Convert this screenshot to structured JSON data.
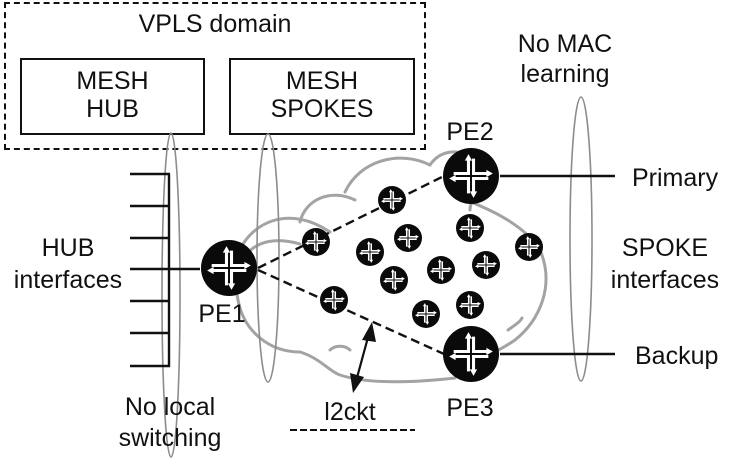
{
  "diagram": {
    "vpls_domain": {
      "title": "VPLS domain",
      "mesh_groups": [
        {
          "line1": "MESH",
          "line2": "HUB"
        },
        {
          "line1": "MESH",
          "line2": "SPOKES"
        }
      ]
    },
    "routers": {
      "pe1": "PE1",
      "pe2": "PE2",
      "pe3": "PE3",
      "core_router_count": 13
    },
    "hub_interfaces": {
      "line1": "HUB",
      "line2": "interfaces",
      "count": 7
    },
    "spoke_interfaces": {
      "line1": "SPOKE",
      "line2": "interfaces"
    },
    "spoke_links": {
      "primary": "Primary",
      "backup": "Backup"
    },
    "annotations": {
      "no_local_switching": {
        "line1": "No local",
        "line2": "switching"
      },
      "no_mac_learning": {
        "line1": "No MAC",
        "line2": "learning"
      }
    },
    "legend": {
      "l2ckt": "l2ckt"
    },
    "colors": {
      "ink": "#111111",
      "cloud": "#a0a0a0",
      "ellipse": "#8a8a8a",
      "router_fill": "#0a0a0a",
      "router_glyph": "#ffffff"
    }
  }
}
